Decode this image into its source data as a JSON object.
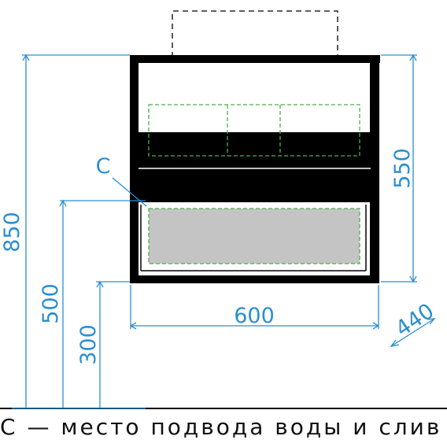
{
  "dimensions": {
    "width": "600",
    "height_upper": "550",
    "total_height": "850",
    "height_mid": "500",
    "height_low": "300",
    "depth": "440"
  },
  "marker": "C",
  "caption": "С — место подвода воды и слив",
  "colors": {
    "dimension_line": "#2a8fd0",
    "cabinet": "#000000",
    "hidden_lines": "#4cae4c",
    "basket_fill": "#c4c4c4"
  }
}
